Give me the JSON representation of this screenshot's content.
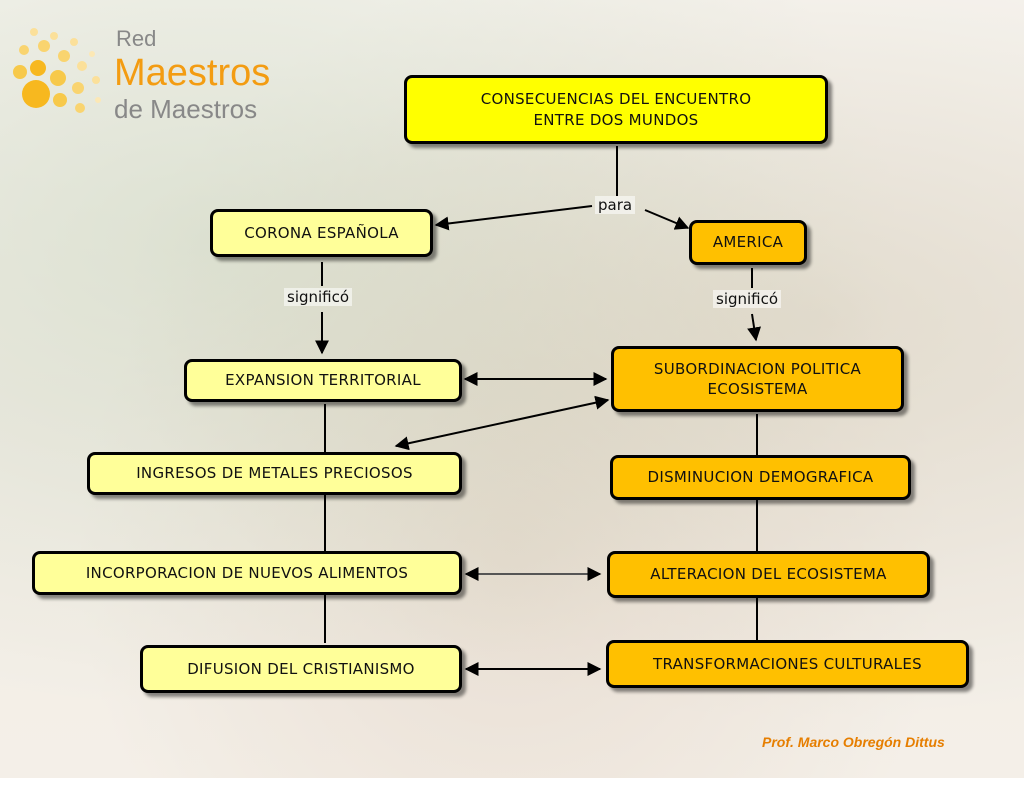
{
  "logo": {
    "line1": "Red",
    "line2": "Maestros",
    "line3": "de Maestros"
  },
  "nodes": {
    "root": "CONSECUENCIAS DEL ENCUENTRO\nENTRE DOS MUNDOS",
    "corona": "CORONA ESPAÑOLA",
    "america": "AMERICA",
    "expansion": "EXPANSION TERRITORIAL",
    "ingresos": "INGRESOS DE METALES PRECIOSOS",
    "incorporacion": "INCORPORACION DE NUEVOS ALIMENTOS",
    "difusion": "DIFUSION DEL CRISTIANISMO",
    "subordinacion": "SUBORDINACION POLITICA\nECOSISTEMA",
    "disminucion": "DISMINUCION DEMOGRAFICA",
    "alteracion": "ALTERACION DEL ECOSISTEMA",
    "transformaciones": "TRANSFORMACIONES CULTURALES"
  },
  "links": {
    "para": "para",
    "significo_left": "significó",
    "significo_right": "significó"
  },
  "credit": "Prof. Marco Obregón Dittus",
  "colors": {
    "root": "#ffff00",
    "left": "#ffff99",
    "right": "#ffc000",
    "credit": "#e67e00"
  }
}
